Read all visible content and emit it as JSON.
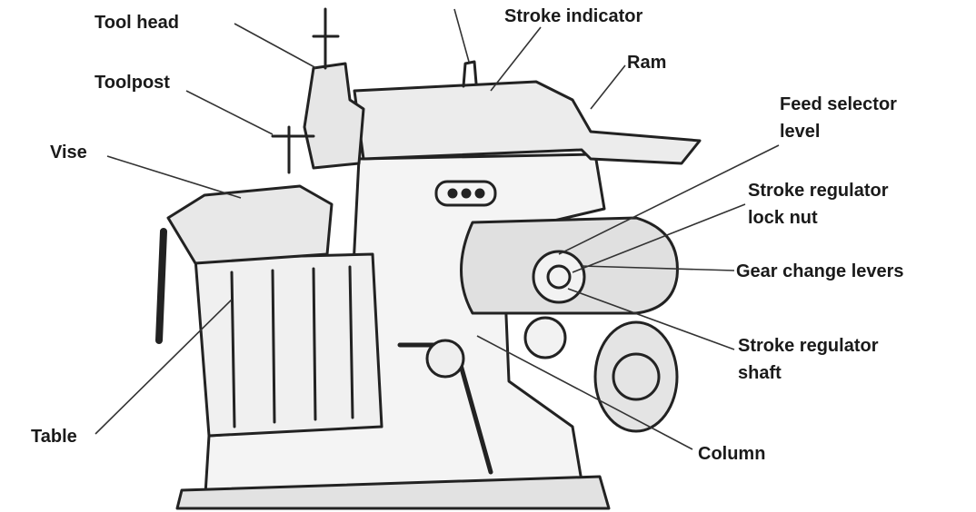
{
  "colors": {
    "ink": "#1a1a1a",
    "line": "#222222",
    "background": "#ffffff",
    "shade": "#dcdcdc"
  },
  "labels": {
    "tool_head": "Tool head",
    "toolpost": "Toolpost",
    "vise": "Vise",
    "table": "Table",
    "stroke_indicator": "Stroke indicator",
    "ram": "Ram",
    "feed_selector_level": "Feed selector\nlevel",
    "stroke_regulator_lock_nut": "Stroke regulator\nlock nut",
    "gear_change_levers": "Gear change levers",
    "stroke_regulator_shaft": "Stroke regulator\nshaft",
    "column": "Column"
  }
}
